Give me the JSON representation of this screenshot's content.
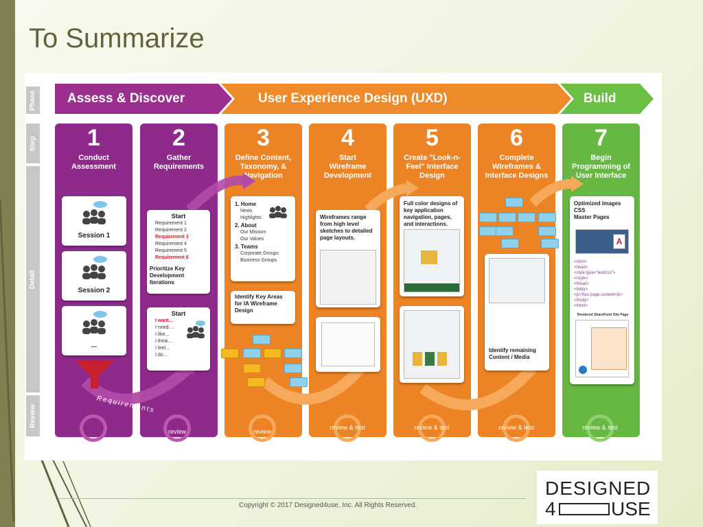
{
  "slide": {
    "title": "To Summarize",
    "copyright": "Copyright © 2017 Designed4use, Inc. All Rights Reserved.",
    "logo": {
      "top": "DESIGNED",
      "left": "4",
      "right": "USE"
    }
  },
  "diagram": {
    "gutter": {
      "phase": "Phase",
      "step": "Step",
      "detail": "Detail",
      "review": "Review"
    },
    "phases": [
      {
        "label": "Assess & Discover",
        "color": "#9b2f8e"
      },
      {
        "label": "User Experience Design (UXD)",
        "color": "#ef8a2a"
      },
      {
        "label": "Build",
        "color": "#6bbf45"
      }
    ],
    "steps": [
      {
        "num": "1",
        "label": "Conduct Assessment",
        "color": "#8e2b8a"
      },
      {
        "num": "2",
        "label": "Gather Requirements",
        "color": "#8e2b8a"
      },
      {
        "num": "3",
        "label": "Define Content, Taxonomy, & Navigation",
        "color": "#ec8426"
      },
      {
        "num": "4",
        "label": "Start Wireframe Development",
        "color": "#ec8426"
      },
      {
        "num": "5",
        "label": "Create \"Look-n-Feel\" Interface Design",
        "color": "#ec8426"
      },
      {
        "num": "6",
        "label": "Complete Wireframes & Interface Designs",
        "color": "#ec8426"
      },
      {
        "num": "7",
        "label": "Begin Programming of User Interface",
        "color": "#66b843"
      }
    ],
    "step1": {
      "sessions": [
        "Session 1",
        "Session 2",
        "..."
      ],
      "arc_label": "Requirements"
    },
    "step2": {
      "card1": {
        "title": "Start",
        "items": [
          "Requirement 1",
          "Requirement 2",
          "Requirement 3",
          "Requirement 4",
          "Requirement 5",
          "Requirement 6"
        ],
        "caption": "Prioritize Key Development Iterations"
      },
      "card2": {
        "title": "Start",
        "items": [
          "I want...",
          "I need...",
          "I like...",
          "I think...",
          "I feel...",
          "I do..."
        ]
      }
    },
    "step3": {
      "outline": [
        {
          "h": "1. Home",
          "sub": [
            "News",
            "Highlights"
          ]
        },
        {
          "h": "2. About",
          "sub": [
            "Our Mission",
            "Our Values"
          ]
        },
        {
          "h": "3. Teams",
          "sub": [
            "Corporate Groups",
            "Business Groups"
          ]
        }
      ],
      "note": "Identify Key Areas for IA Wireframe Design"
    },
    "step4": {
      "note": "Wireframes range from high level sketches to detailed page layouts."
    },
    "step5": {
      "note": "Full color designs of key application navigation, pages, and interactions."
    },
    "step6": {
      "note": "Identify remaining Content / Media"
    },
    "step7": {
      "items": [
        "Optimized Images",
        "CSS",
        "Master Pages"
      ],
      "code": [
        "<html>",
        "<head>",
        "<style type=\"text/css\">",
        "</style>",
        "</head>",
        "<body>",
        "<p>Your page content</p>",
        "</body>",
        "</html>"
      ],
      "caption": "Rendered SharePoint Site Page"
    },
    "reviews": [
      "review",
      "review",
      "review & test",
      "review & test",
      "review & test",
      "review & test"
    ]
  }
}
